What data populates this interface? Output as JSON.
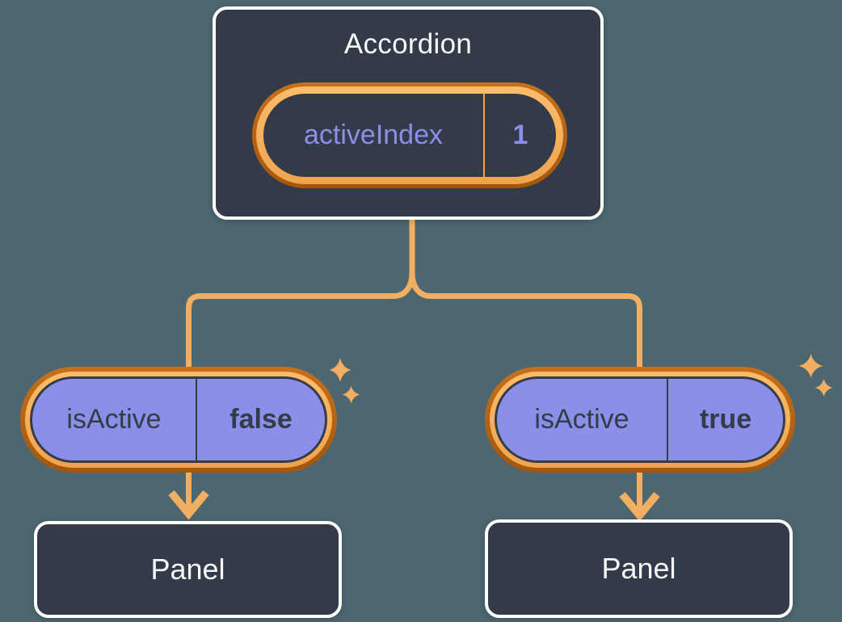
{
  "diagram": {
    "description": "React component tree: Accordion holds activeIndex state and passes isActive props to two Panels",
    "accordion": {
      "title": "Accordion",
      "state_pill": {
        "name": "activeIndex",
        "value": "1"
      }
    },
    "children": [
      {
        "prop_pill": {
          "name": "isActive",
          "value": "false"
        },
        "panel_title": "Panel"
      },
      {
        "prop_pill": {
          "name": "isActive",
          "value": "true"
        },
        "panel_title": "Panel"
      }
    ]
  },
  "icons": {
    "sparkle": "four-point-star",
    "arrow": "down-chevron-arrow"
  },
  "colors": {
    "background": "#4C6770",
    "node_fill": "#343B48",
    "node_border": "#FFFFFF",
    "node_text": "#F6F7F9",
    "purple": "#8A90E9",
    "purple_text": "#8A8FE8",
    "dark_text": "#353C48",
    "ring_outer_orange_top": "#C7701A",
    "ring_outer_orange_bottom": "#A4560C",
    "ring_gold": "#F7B262",
    "connector_gold": "#F2AF62"
  }
}
